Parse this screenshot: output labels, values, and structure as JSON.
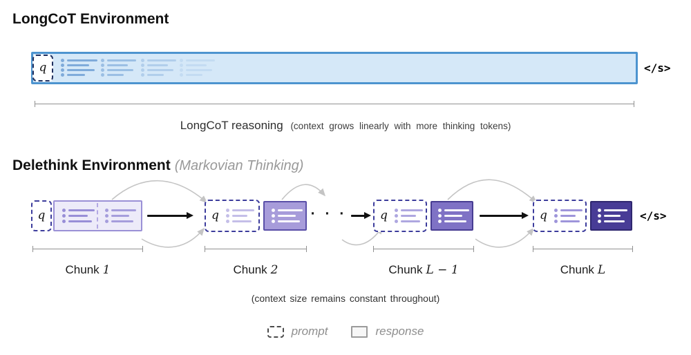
{
  "longcot": {
    "title": "LongCoT Environment",
    "q": "q",
    "eos": "</s>",
    "caption": "LongCoT reasoning",
    "caption_note": "(context grows linearly with more thinking tokens)"
  },
  "delethink": {
    "title": "Delethink Environment",
    "subtitle": "(Markovian Thinking)",
    "q": "q",
    "eos": "</s>",
    "dots": "· · ·",
    "caption": "(context size remains constant throughout)",
    "chunks": [
      {
        "word": "Chunk",
        "index": "1"
      },
      {
        "word": "Chunk",
        "index": "2"
      },
      {
        "word": "Chunk",
        "index": "L − 1"
      },
      {
        "word": "Chunk",
        "index": "L"
      }
    ]
  },
  "legend": {
    "prompt": "prompt",
    "response": "response"
  },
  "colors": {
    "longcot_fill": "#d5e8f8",
    "longcot_border": "#4d94cf",
    "longcot_lines": "#78a6d8",
    "prompt_dash_blue": "#20305f",
    "prompt_dash_purple": "#3c3c9c",
    "chunk1_fill": "#edebf9",
    "chunk1_border": "#9a90d6",
    "chunk_lines_purple": "#948ad6",
    "response2_fill": "#a79cda",
    "response2_border": "#5a4fa8",
    "responseL1_fill": "#7f72c5",
    "responseL1_border": "#473c92",
    "responseL_fill": "#483c96",
    "responseL_border": "#2f276f",
    "carryover_gray": "#c4c4c4"
  }
}
